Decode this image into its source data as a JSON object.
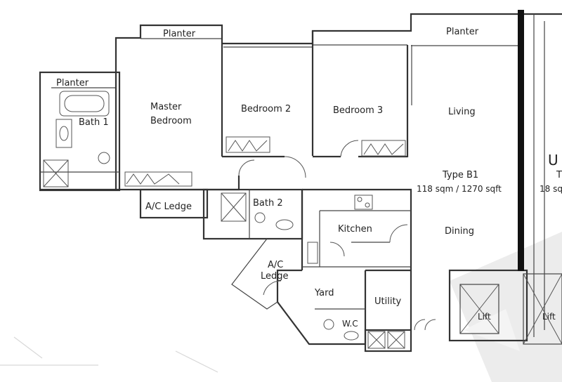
{
  "rooms": {
    "planter_top": "Planter",
    "planter_right": "Planter",
    "planter_left": "Planter",
    "master_bedroom_1": "Master",
    "master_bedroom_2": "Bedroom",
    "bedroom2": "Bedroom 2",
    "bedroom3": "Bedroom 3",
    "living": "Living",
    "bath1": "Bath 1",
    "bath2": "Bath 2",
    "ac_ledge_1": "A/C Ledge",
    "ac_ledge_2a": "A/C",
    "ac_ledge_2b": "Ledge",
    "kitchen": "Kitchen",
    "dining": "Dining",
    "yard": "Yard",
    "utility": "Utility",
    "wc": "W.C",
    "lift1": "Lift",
    "lift2": "Lift"
  },
  "unit": {
    "type": "Type B1",
    "area": "118 sqm / 1270 sqft",
    "neighbor_letter": "U",
    "neighbor_type": "T",
    "neighbor_area": "18 sq"
  },
  "colors": {
    "wall": "#333333",
    "divider": "#111111",
    "watermark": "#e6e6e6"
  }
}
